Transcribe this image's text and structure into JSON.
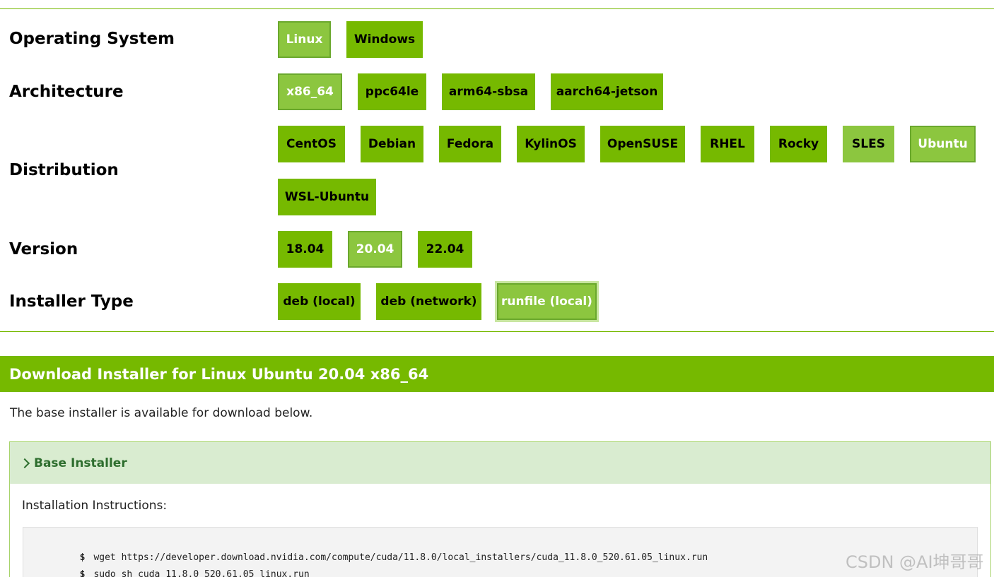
{
  "rows": {
    "os": {
      "label": "Operating System",
      "options": [
        "Linux",
        "Windows"
      ],
      "selected": "Linux"
    },
    "arch": {
      "label": "Architecture",
      "options": [
        "x86_64",
        "ppc64le",
        "arm64-sbsa",
        "aarch64-jetson"
      ],
      "selected": "x86_64"
    },
    "distro": {
      "label": "Distribution",
      "options": [
        "CentOS",
        "Debian",
        "Fedora",
        "KylinOS",
        "OpenSUSE",
        "RHEL",
        "Rocky",
        "SLES",
        "Ubuntu",
        "WSL-Ubuntu"
      ],
      "selected": "Ubuntu"
    },
    "version": {
      "label": "Version",
      "options": [
        "18.04",
        "20.04",
        "22.04"
      ],
      "selected": "20.04"
    },
    "installer": {
      "label": "Installer Type",
      "options": [
        "deb (local)",
        "deb (network)",
        "runfile (local)"
      ],
      "selected": "runfile (local)"
    }
  },
  "download": {
    "title": "Download Installer for Linux Ubuntu 20.04 x86_64",
    "intro": "The base installer is available for download below.",
    "section_title": "Base Installer",
    "instructions_label": "Installation Instructions:",
    "prompt": "$",
    "commands": [
      "wget https://developer.download.nvidia.com/compute/cuda/11.8.0/local_installers/cuda_11.8.0_520.61.05_linux.run",
      "sudo sh cuda_11.8.0_520.61.05_linux.run"
    ]
  },
  "watermark": "CSDN @AI坤哥哥",
  "colors": {
    "accent": "#76b900",
    "selected": "#8cc63f",
    "section_header_bg": "#d9ecd0",
    "section_header_text": "#2e6e2e"
  }
}
